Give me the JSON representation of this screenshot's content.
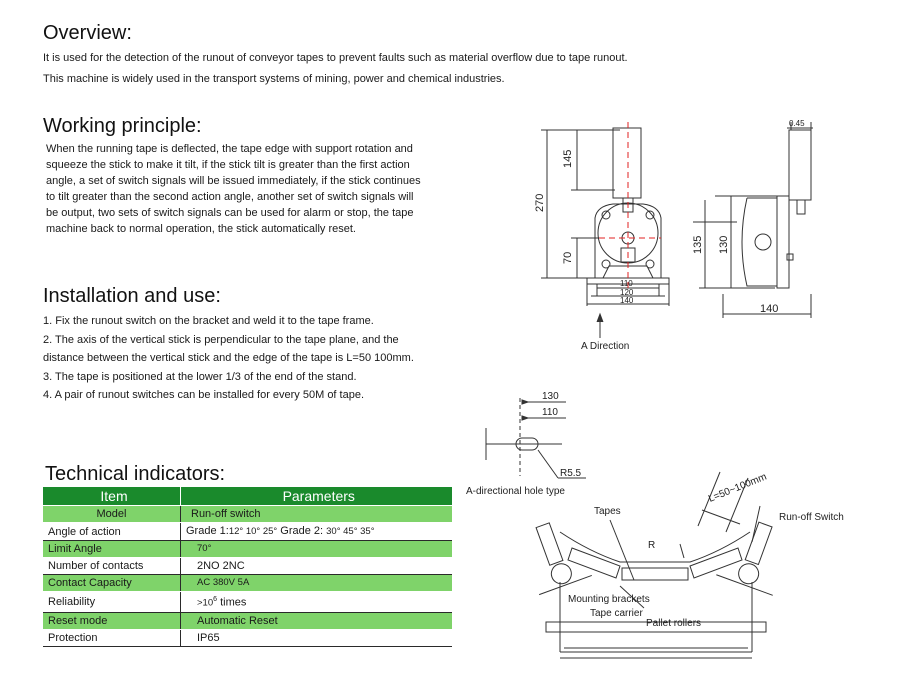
{
  "overview": {
    "title": "Overview:",
    "lines": [
      "It is used for the detection of the runout of conveyor tapes to prevent faults such as material overflow due to tape runout.",
      "This machine is widely used in the transport systems of mining, power and chemical industries."
    ]
  },
  "working": {
    "title": "Working principle:",
    "lines": [
      "When the running tape is deflected, the tape edge with support rotation and",
      "squeeze the stick to make it tilt, if the stick tilt is greater than the first action",
      "angle, a set of switch signals will be issued immediately, if the stick continues",
      "to tilt greater than the second action angle, another set of switch signals will",
      "be output, two sets of switch signals can be used for alarm or stop, the tape",
      "machine back to normal operation, the stick automatically reset."
    ]
  },
  "installation": {
    "title": "Installation and use:",
    "items": [
      "1. Fix the runout switch on the bracket and weld it to the tape frame.",
      "2. The axis of the vertical stick is perpendicular to the tape plane, and the",
      " distance between the vertical stick and the edge of the tape is L=50 100mm.",
      "3. The tape is positioned at the lower 1/3 of the end of the stand.",
      "4. A pair of runout switches can be installed for every 50M of tape."
    ]
  },
  "technical": {
    "title": "Technical indicators:",
    "header": [
      "Item",
      "Parameters"
    ],
    "rows": [
      {
        "item": "Model",
        "value": "Run-off switch"
      },
      {
        "item": "Angle of action",
        "value_a": "Grade 1:",
        "value_b": "12° 10° 25°",
        "value_c": " Grade 2: ",
        "value_d": "30° 45° 35°"
      },
      {
        "item": "Limit Angle",
        "value": "70°"
      },
      {
        "item": "Number of contacts",
        "value": "2NO 2NC"
      },
      {
        "item": "Contact Capacity",
        "value": "AC  380V 5A"
      },
      {
        "item": "Reliability",
        "value_a": ">10",
        "value_sup": "6",
        "value_b": " times"
      },
      {
        "item": "Reset mode",
        "value": "Automatic Reset"
      },
      {
        "item": "Protection",
        "value": "IP65"
      }
    ]
  },
  "drawing1": {
    "dims": {
      "d145": "145",
      "d270": "270",
      "d70": "70",
      "d135": "135",
      "d130": "130",
      "d110": "110",
      "d120": "120",
      "d140a": "140",
      "d140b": "140",
      "d045": "0.45"
    },
    "caption": "A Direction"
  },
  "drawing2": {
    "dims": {
      "d130": "130",
      "d110": "110",
      "r": "R5.5"
    },
    "caption": "A-directional hole type"
  },
  "drawing3": {
    "labels": {
      "l": "L=50~100mm",
      "tapes": "Tapes",
      "r": "R",
      "switch": "Run-off Switch",
      "brackets": "Mounting brackets",
      "carrier": "Tape carrier",
      "rollers": "Pallet rollers"
    }
  },
  "colors": {
    "header_green": "#1a8a2c",
    "row_green": "#7fd36a",
    "centerline": "#e02020"
  }
}
